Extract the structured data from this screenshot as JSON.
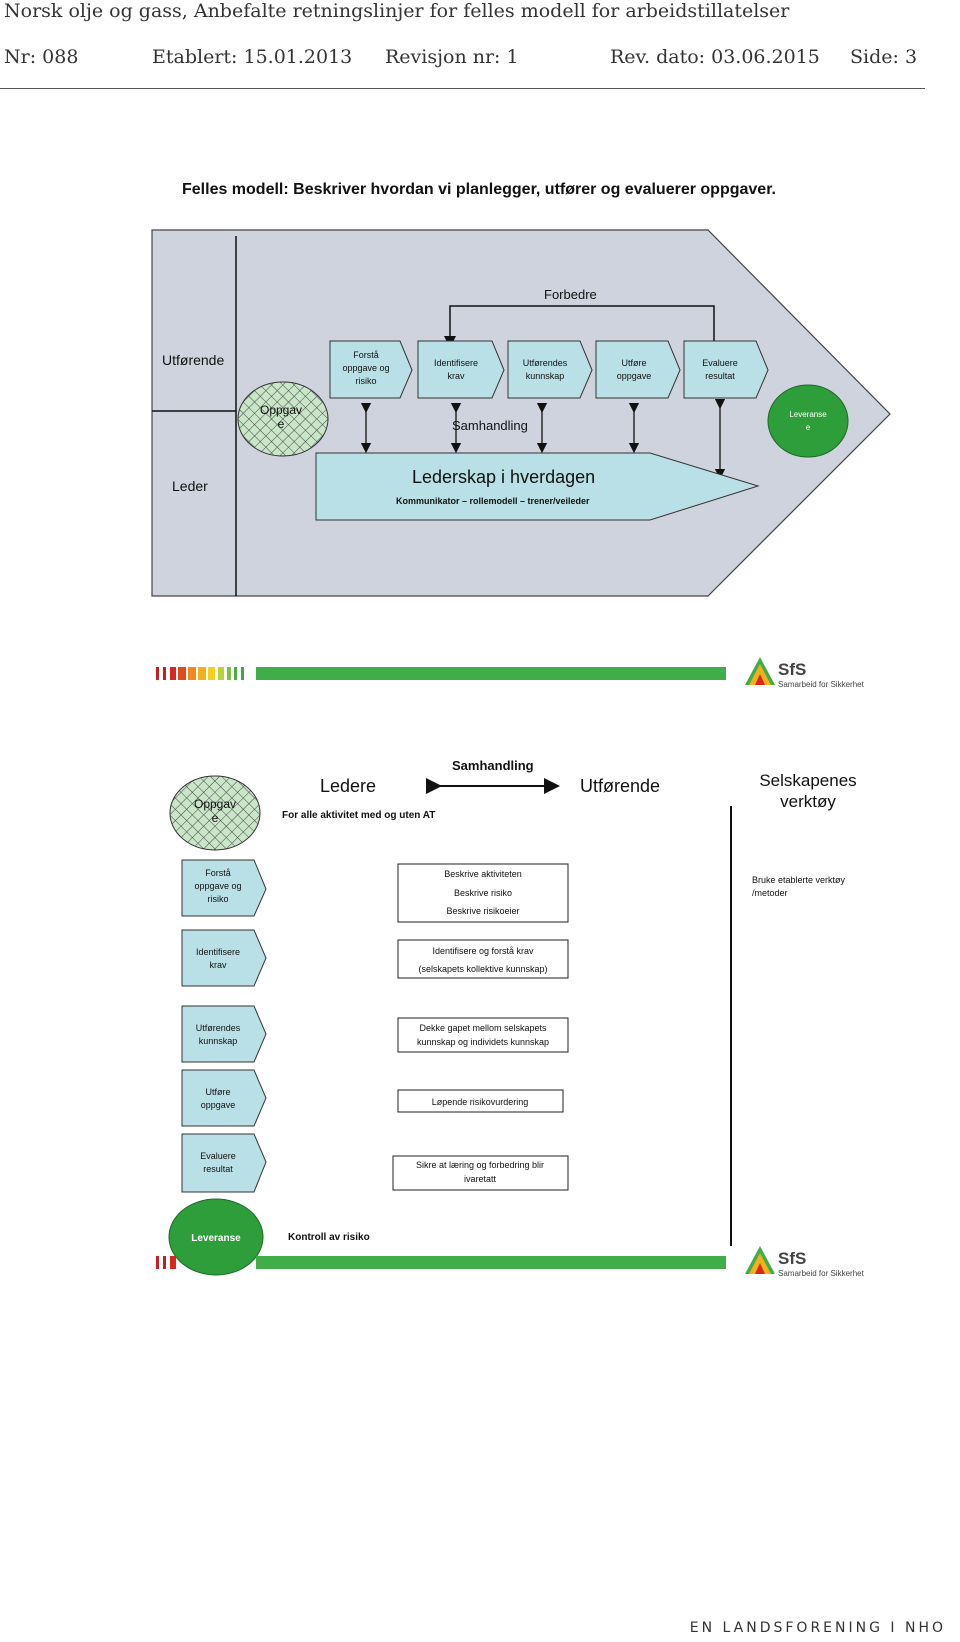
{
  "header": {
    "title": "Norsk olje og gass, Anbefalte retningslinjer for felles modell for arbeidstillatelser",
    "nr": "Nr: 088",
    "etablert": "Etablert: 15.01.2013",
    "revisjon": "Revisjon nr: 1",
    "rev_dato": "Rev. dato: 03.06.2015",
    "side": "Side: 3"
  },
  "diagram1": {
    "title": "Felles modell: Beskriver hvordan vi planlegger, utfører og evaluerer oppgaver.",
    "utforende": "Utførende",
    "leder": "Leder",
    "forbedre": "Forbedre",
    "samhandling": "Samhandling",
    "oppgave": [
      "Oppgav",
      "e"
    ],
    "leveranse": [
      "Leveranse",
      "e"
    ],
    "steps": [
      [
        "Forstå",
        "oppgave og",
        "risiko"
      ],
      [
        "Identifisere",
        "krav"
      ],
      [
        "Utførendes",
        "kunnskap"
      ],
      [
        "Utføre",
        "oppgave"
      ],
      [
        "Evaluere",
        "resultat"
      ]
    ],
    "lederskap": "Lederskap i hverdagen",
    "lederskap_sub": "Kommunikator – rollemodell – trener/veileder"
  },
  "diagram2": {
    "samhandling": "Samhandling",
    "ledere": "Ledere",
    "utforende": "Utførende",
    "selskapenes": [
      "Selskapenes",
      "verktøy"
    ],
    "oppgave": [
      "Oppgav",
      "e"
    ],
    "for_alle": "For alle aktivitet med og uten AT",
    "steps": [
      [
        "Forstå",
        "oppgave og",
        "risiko"
      ],
      [
        "Identifisere",
        "krav"
      ],
      [
        "Utførendes",
        "kunnskap"
      ],
      [
        "Utføre",
        "oppgave"
      ],
      [
        "Evaluere",
        "resultat"
      ]
    ],
    "boxes": [
      [
        "Beskrive aktiviteten",
        "Beskrive risiko",
        "Beskrive risikoeier"
      ],
      [
        "Identifisere og forstå krav",
        "(selskapets kollektive kunnskap)"
      ],
      [
        "Dekke gapet mellom selskapets",
        "kunnskap og individets kunnskap"
      ],
      [
        "Løpende risikovurdering"
      ],
      [
        "Sikre at læring og forbedring blir",
        "ivaretatt"
      ]
    ],
    "bruke": [
      "Bruke etablerte verktøy",
      "/metoder"
    ],
    "leveranse": "Leveranse",
    "kontroll": "Kontroll av risiko"
  },
  "logo": {
    "name": "SfS",
    "sub": "Samarbeid for Sikkerhet"
  },
  "footer": {
    "org": "EN LANDSFORENING I NHO"
  },
  "colors": {
    "panel": "#cfd3de",
    "step": "#b9e0e6",
    "green": "#2e9e3a",
    "hatch": "#9acf9a"
  }
}
